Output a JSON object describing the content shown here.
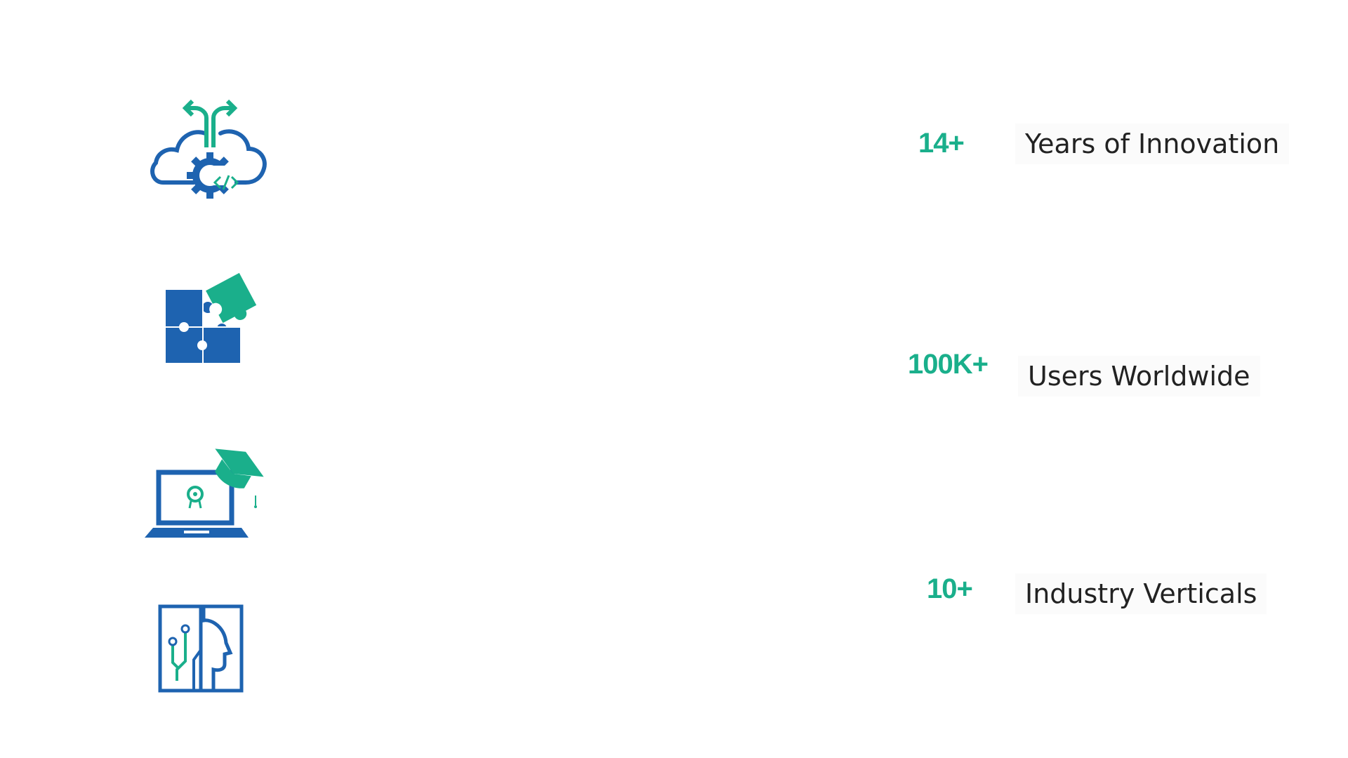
{
  "colors": {
    "accent_green": "#1aaf8b",
    "brand_blue": "#1e63b0",
    "label_text": "#222222"
  },
  "icons": [
    "cloud-code-icon",
    "puzzle-icon",
    "laptop-graduation-icon",
    "ai-head-circuit-icon"
  ],
  "stats": [
    {
      "number": "14+",
      "label": "Years of Innovation"
    },
    {
      "number": "100K+",
      "label": "Users Worldwide"
    },
    {
      "number": "10+",
      "label": "Industry Verticals"
    }
  ]
}
